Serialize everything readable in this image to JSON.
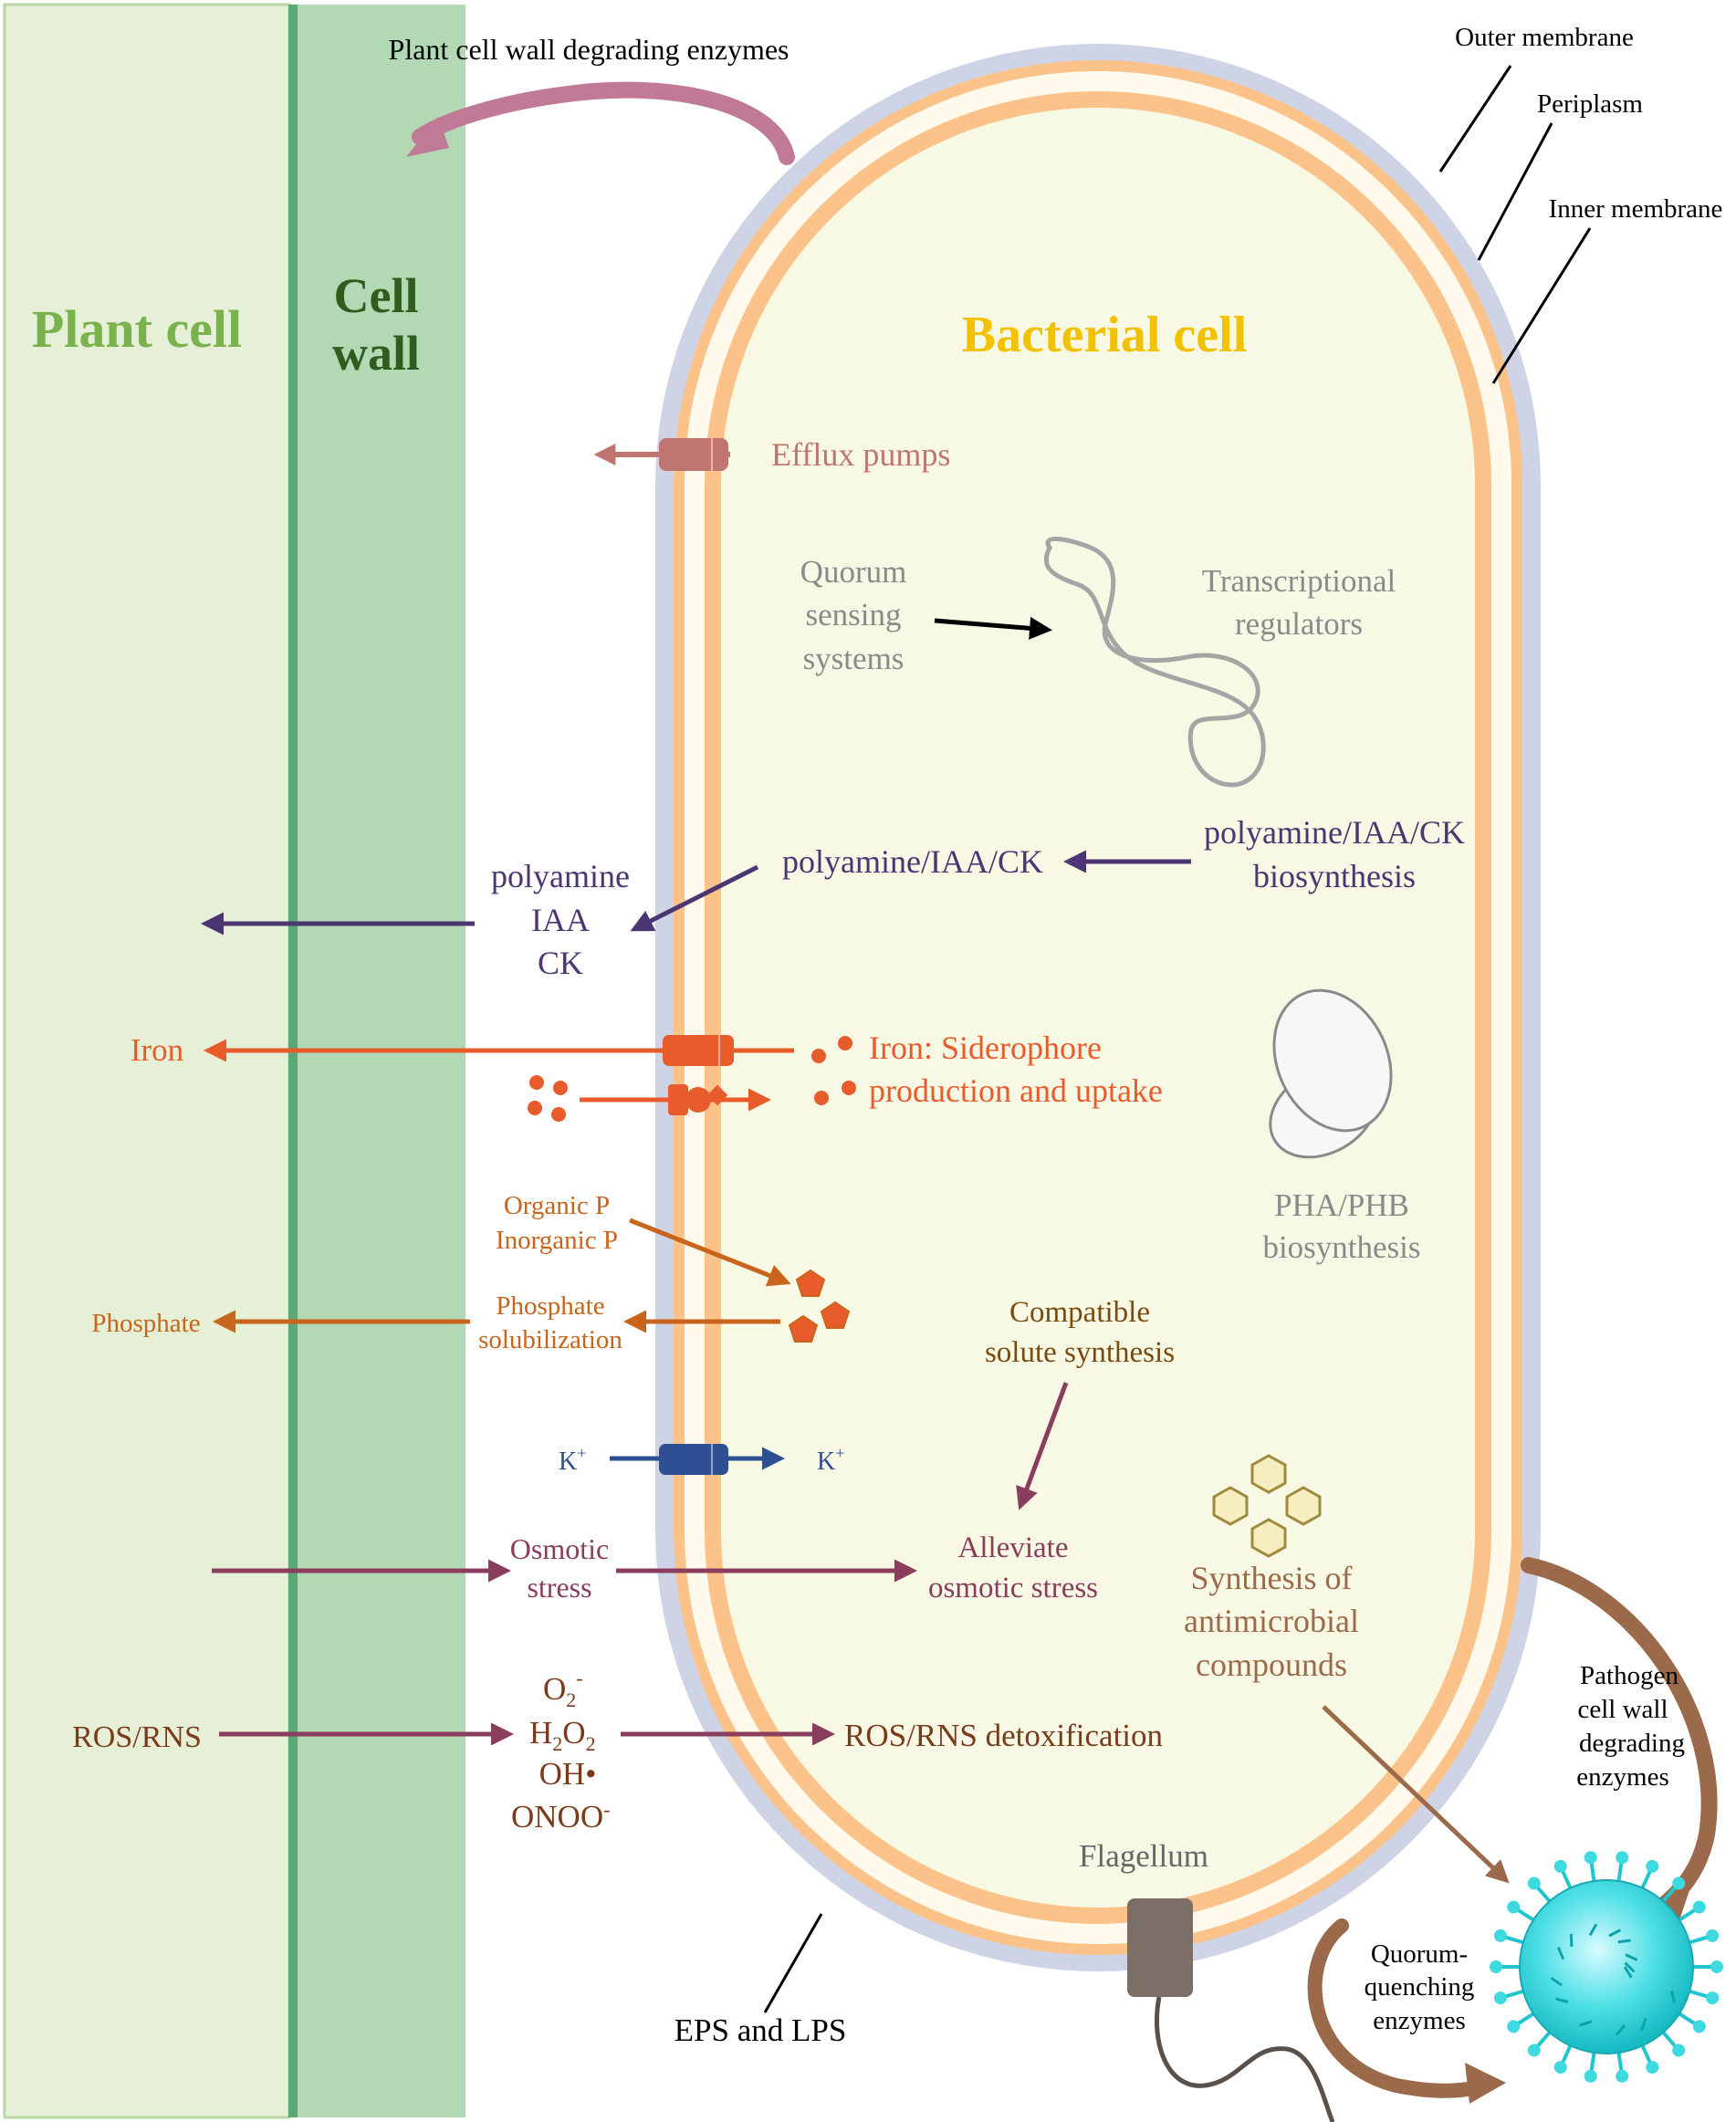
{
  "plant": {
    "title": "Plant cell",
    "wall_title_line1": "Cell",
    "wall_title_line2": "wall"
  },
  "bacterium": {
    "title": "Bacterial cell",
    "outer_membrane": "Outer membrane",
    "periplasm": "Periplasm",
    "inner_membrane": "Inner membrane",
    "eps_lps": "EPS and LPS",
    "flagellum": "Flagellum"
  },
  "labels": {
    "cwde": "Plant cell wall degrading enzymes",
    "efflux": "Efflux pumps",
    "quorum": [
      "Quorum",
      "sensing",
      "systems"
    ],
    "transcriptional": [
      "Transcriptional",
      "regulators"
    ],
    "hormone_inside": "polyamine/IAA/CK",
    "hormone_biosynthesis": [
      "polyamine/IAA/CK",
      "biosynthesis"
    ],
    "hormone_outside": [
      "polyamine",
      "IAA",
      "CK"
    ],
    "iron": "Iron",
    "siderophore": [
      "Iron: Siderophore",
      "production and uptake"
    ],
    "pha": [
      "PHA/PHB",
      "biosynthesis"
    ],
    "organic_p": [
      "Organic P",
      "Inorganic P"
    ],
    "phosphate": "Phosphate",
    "phosphate_solubilization": [
      "Phosphate",
      "solubilization"
    ],
    "compatible_solute": [
      "Compatible",
      "solute synthesis"
    ],
    "k_out": "K",
    "k_in": "K",
    "k_charge": "+",
    "osmotic_stress": [
      "Osmotic",
      "stress"
    ],
    "alleviate": [
      "Alleviate",
      "osmotic stress"
    ],
    "antimicrobial": [
      "Synthesis of",
      "antimicrobial",
      "compounds"
    ],
    "ros_rns": "ROS/RNS",
    "ros_detox": "ROS/RNS detoxification",
    "species": {
      "o2": "O",
      "o2_sub": "2",
      "o2_sup": "-",
      "h2o2_h": "H",
      "h2o2_sub1": "2",
      "h2o2_o": "O",
      "h2o2_sub2": "2",
      "oh": "OH•",
      "onoo": "ONOO",
      "onoo_sup": "-"
    },
    "pathogen_cwde": [
      "Pathogen",
      "cell wall",
      "degrading",
      "enzymes"
    ],
    "quorum_quenching": [
      "Quorum-",
      "quenching",
      "enzymes"
    ]
  },
  "colors": {
    "plant_cell": "#e6f0d6",
    "cell_wall": "#b2d8b4",
    "cell_wall_line": "#5aa876",
    "plant_title": "#7ab24e",
    "wall_title": "#2e5d1e",
    "bacterial_title": "#f2c200",
    "outer_membrane": "#cfd3e6",
    "periplasm": "#fffaeb",
    "inner_membrane": "#fbc38a",
    "cytoplasm": "#f8f9e4",
    "efflux": "#c07570",
    "grey_text": "#8a8a8a",
    "hormone": "#4b3572",
    "iron": "#e85c2b",
    "phosphate": "#c8641b",
    "compatible": "#7a4a10",
    "potassium": "#2e4f92",
    "osmotic": "#8a3d5c",
    "ros": "#7a3a1c",
    "brown_arrow": "#9b6a4a",
    "pathogen": "#20d3d8"
  }
}
